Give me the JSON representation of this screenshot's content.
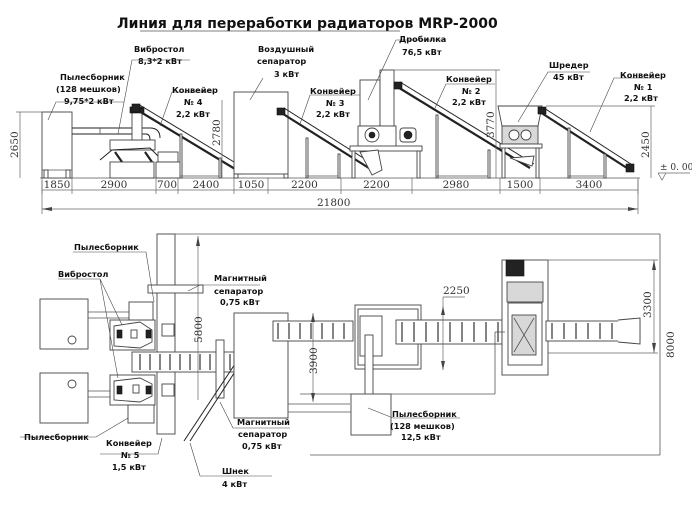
{
  "title": "Линия для переработки радиаторов MRP-2000",
  "side_view": {
    "labels": {
      "dust_collector": [
        "Пылесборник",
        "(128 мешков)",
        "9,75*2 кВт"
      ],
      "vibrotable": [
        "Вибростол",
        "8,3*2 кВт"
      ],
      "conveyor4": [
        "Конвейер",
        "№ 4",
        "2,2 кВт"
      ],
      "air_separator": [
        "Воздушный",
        "сепаратор",
        "3 кВт"
      ],
      "conveyor3": [
        "Конвейер",
        "№ 3",
        "2,2 кВт"
      ],
      "crusher": [
        "Дробилка",
        "76,5 кВт"
      ],
      "conveyor2": [
        "Конвейер",
        "№ 2",
        "2,2 кВт"
      ],
      "shredder": [
        "Шредер",
        "45 кВт"
      ],
      "conveyor1": [
        "Конвейер",
        "№ 1",
        "2,2 кВт"
      ]
    },
    "horizontal_dims": [
      "1850",
      "2900",
      "700",
      "2400",
      "1050",
      "2200",
      "2200",
      "2980",
      "1500",
      "3400"
    ],
    "total_length": "21800",
    "height_dims": {
      "dust_collector": "2650",
      "conveyor4": "2780",
      "crusher": "3770",
      "conveyor1": "2450"
    },
    "level_mark": "± 0. 00"
  },
  "plan_view": {
    "labels": {
      "dust_collector_top": [
        "Пылесборник"
      ],
      "vibrotable": [
        "Вибростол"
      ],
      "magnetic_separator_top": [
        "Магнитный",
        "сепаратор",
        "0,75 кВт"
      ],
      "dust_collector_bottom": [
        "Пылесборник"
      ],
      "conveyor5": [
        "Конвейер",
        "№ 5",
        "1,5 кВт"
      ],
      "magnetic_separator_bottom": [
        "Магнитный",
        "сепаратор",
        "0,75 кВт"
      ],
      "screw": [
        "Шнек",
        "4 кВт"
      ],
      "dust_collector_big": [
        "Пылесборник",
        "(128 мешков)",
        "12,5 кВт"
      ]
    },
    "dims": {
      "d5800": "5800",
      "d3900": "3900",
      "d2250": "2250",
      "d3300": "3300",
      "d8000": "8000"
    }
  }
}
